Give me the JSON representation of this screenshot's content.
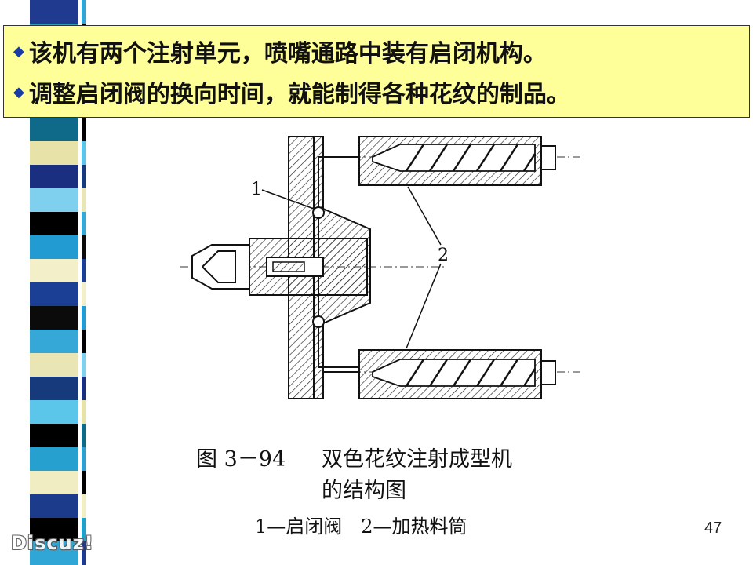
{
  "banner": {
    "lines": [
      "该机有两个注射单元，喷嘴通路中装有启闭机构。",
      "调整启闭阀的换向时间，就能制得各种花纹的制品。"
    ],
    "bullet_icon": "diamond-bullet-icon"
  },
  "diagram": {
    "label_1": "1",
    "label_2": "2"
  },
  "caption": {
    "figure_number": "图 3－94",
    "title_line1": "双色花纹注射成型机",
    "title_line2": "的结构图",
    "legend": "1—启闭阀　2—加热料筒"
  },
  "page_number": "47",
  "watermark": "Discuz!",
  "colors": {
    "banner_bg": "#ffff99",
    "bullet": "#1a3aa8",
    "strip": [
      "#1f3a8f",
      "#1fa0c8",
      "#f2eec4",
      "#000000",
      "#2d9fd0",
      "#0f6a8a",
      "#e7e3a8",
      "#1a2f80",
      "#7fd0ee",
      "#000000",
      "#229bd2",
      "#f3efc9",
      "#1b3f94",
      "#0b0b0b",
      "#35a8d8",
      "#e9e5b4",
      "#173a7c",
      "#5cc5ea",
      "#000000",
      "#26a0cf",
      "#f1edc3",
      "#1c3b8a",
      "#000000",
      "#2fa6d6"
    ]
  }
}
